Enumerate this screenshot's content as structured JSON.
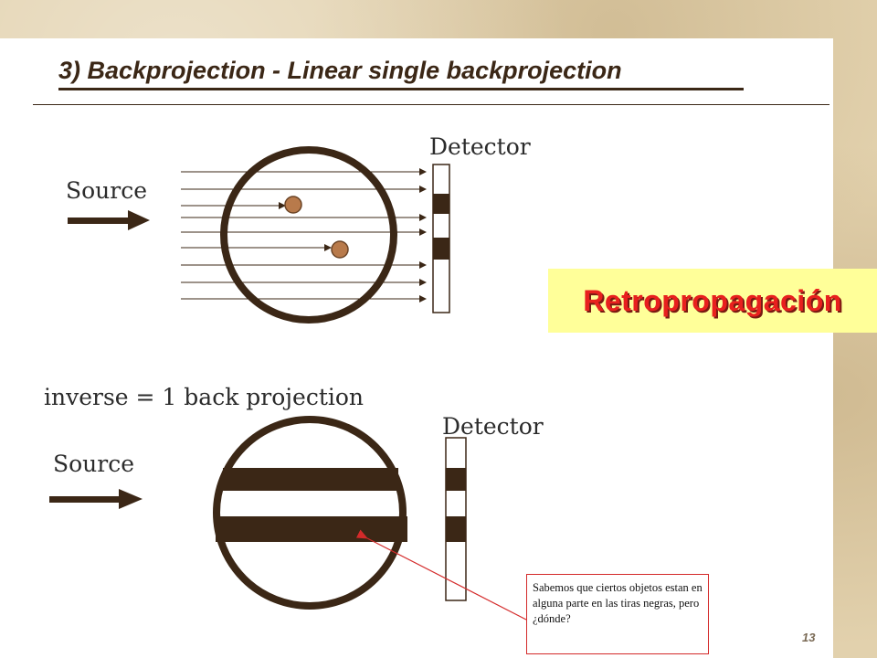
{
  "slide": {
    "title": "3) Backprojection -  Linear single backprojection",
    "page_number": "13"
  },
  "diagram_top": {
    "source_label": "Source",
    "detector_label": "Detector"
  },
  "diagram_bottom": {
    "caption": "inverse = 1 back projection",
    "source_label": "Source",
    "detector_label": "Detector"
  },
  "highlight": {
    "text": "Retropropagación"
  },
  "annotation": {
    "note": "Sabemos que ciertos objetos estan en alguna parte en las tiras negras, pero ¿dónde?"
  },
  "colors": {
    "ink": "#3b2716",
    "highlight_bg": "#ffff99",
    "highlight_text": "#e8201e",
    "note_border": "#d42a2a",
    "object_fill": "#b87a4b"
  }
}
